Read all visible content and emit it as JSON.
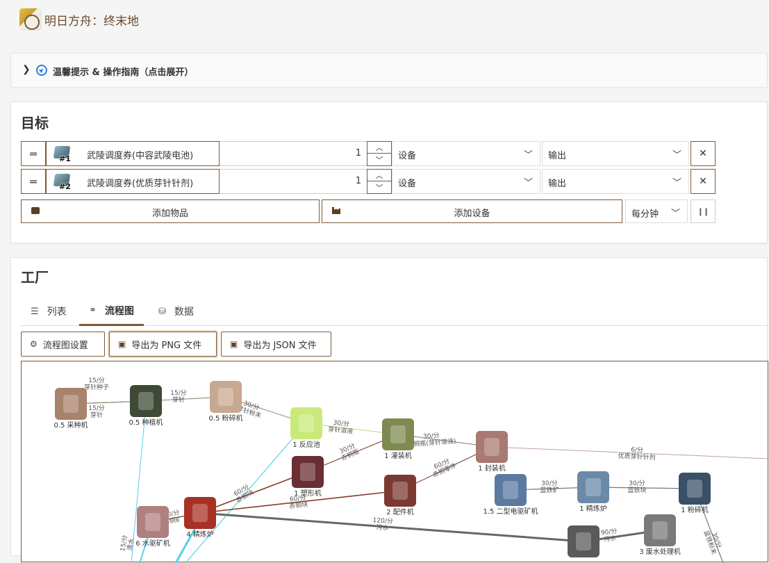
{
  "app": {
    "title": "明日方舟：终末地",
    "logo_icon": "character-avatar-icon"
  },
  "tips": {
    "label": "温馨提示 & 操作指南（点击展开）",
    "icon": "compass-icon"
  },
  "target": {
    "title": "目标",
    "rows": [
      {
        "badge": "#1",
        "item": "武陵调度券(中容武陵电池)",
        "qty": "1",
        "mode": "设备",
        "type": "输出"
      },
      {
        "badge": "#2",
        "item": "武陵调度券(优质芽针针剂)",
        "qty": "1",
        "mode": "设备",
        "type": "输出"
      }
    ],
    "add_item": "添加物品",
    "add_device": "添加设备",
    "rate": "每分钟"
  },
  "factory": {
    "title": "工厂",
    "tabs": [
      "列表",
      "流程图",
      "数据"
    ],
    "active_tab": "流程图",
    "buttons": {
      "flow_settings": "流程图设置",
      "export_png": "导出为 PNG 文件",
      "export_json": "导出为 JSON 文件"
    }
  },
  "flow": {
    "nodes": [
      {
        "id": "n1",
        "label": "0.5 采种机",
        "color": "#a8826a"
      },
      {
        "id": "n2",
        "label": "0.5 种植机",
        "color": "#3f4a36"
      },
      {
        "id": "n3",
        "label": "0.5 粉碎机",
        "color": "#c8a890"
      },
      {
        "id": "n4",
        "label": "1 反应池",
        "color": "#c9ea7a"
      },
      {
        "id": "n5",
        "label": "1 灌装机",
        "color": "#7e8a52"
      },
      {
        "id": "n6",
        "label": "1 封装机",
        "color": "#a87a72"
      },
      {
        "id": "n7",
        "label": "1 塑形机",
        "color": "#6a2e34"
      },
      {
        "id": "n8",
        "label": "2 配件机",
        "color": "#7a3a32"
      },
      {
        "id": "n9",
        "label": "1.5 二型电驱矿机",
        "color": "#5a7aa0"
      },
      {
        "id": "n10",
        "label": "1 精炼炉",
        "color": "#6a8aa8"
      },
      {
        "id": "n11",
        "label": "1 粉碎机",
        "color": "#3a5068"
      },
      {
        "id": "n12",
        "label": "6 水驱矿机",
        "color": "#b08080"
      },
      {
        "id": "n13",
        "label": "4 精炼炉",
        "color": "#a83024"
      },
      {
        "id": "n14",
        "label": "",
        "color": "#5a5a5a"
      },
      {
        "id": "n15",
        "label": "3 废水处理机",
        "color": "#7a7a7a"
      }
    ],
    "edges": [
      {
        "rate": "15/分",
        "item": "芽针种子"
      },
      {
        "rate": "15/分",
        "item": "芽针"
      },
      {
        "rate": "15/分",
        "item": "芽针"
      },
      {
        "rate": "30/分",
        "item": "芽针粉末"
      },
      {
        "rate": "30/分",
        "item": "芽针溶液"
      },
      {
        "rate": "30/分",
        "item": "赤铜瓶(芽针溶液)"
      },
      {
        "rate": "6/分",
        "item": "优质芽针针剂"
      },
      {
        "rate": "30/分",
        "item": "赤铜瓶"
      },
      {
        "rate": "60/分",
        "item": "赤铜零件"
      },
      {
        "rate": "60/分",
        "item": "赤铜块"
      },
      {
        "rate": "60/分",
        "item": "赤铜块"
      },
      {
        "rate": "120/分",
        "item": "污水"
      },
      {
        "rate": "30/分",
        "item": "蓝铁矿"
      },
      {
        "rate": "30/分",
        "item": "蓝铁块"
      },
      {
        "rate": "90/分",
        "item": "污水"
      },
      {
        "rate": "20/分",
        "item": "赤铜矿"
      },
      {
        "rate": "15/分",
        "item": "清水"
      },
      {
        "rate": "30/分",
        "item": "蓝铁粉末"
      }
    ]
  }
}
